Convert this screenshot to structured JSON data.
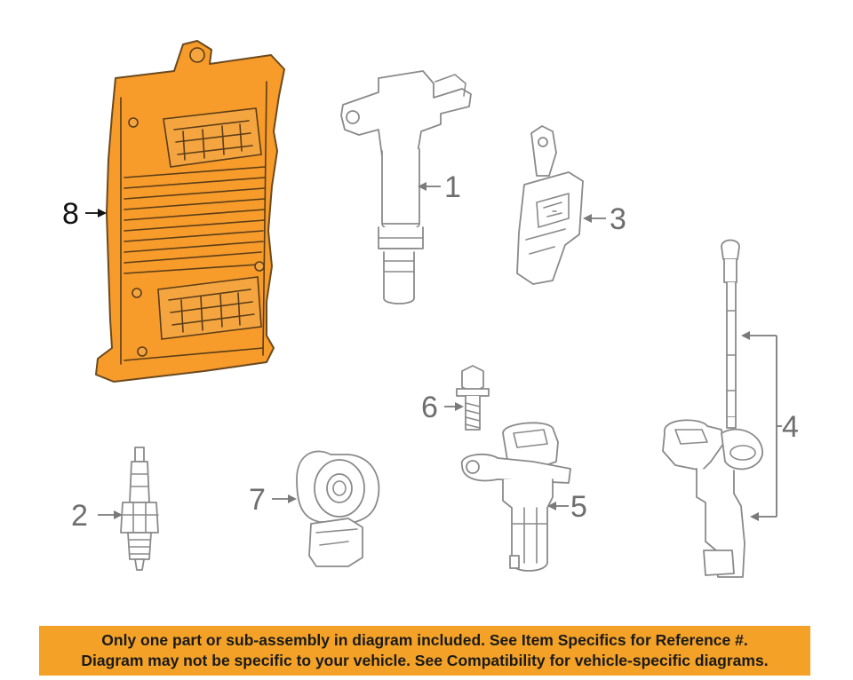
{
  "callouts": [
    {
      "id": "1",
      "label": "1"
    },
    {
      "id": "2",
      "label": "2"
    },
    {
      "id": "3",
      "label": "3"
    },
    {
      "id": "4",
      "label": "4"
    },
    {
      "id": "5",
      "label": "5"
    },
    {
      "id": "6",
      "label": "6"
    },
    {
      "id": "7",
      "label": "7"
    },
    {
      "id": "8",
      "label": "8"
    }
  ],
  "colors": {
    "highlight": "#f79b2a",
    "banner": "#f4a227",
    "linework": "#8a8a8a"
  },
  "banner": {
    "line1": "Only one part or sub-assembly in diagram included. See Item Specifics for Reference #.",
    "line2": "Diagram may not be specific to your vehicle. See Compatibility for vehicle-specific diagrams."
  }
}
